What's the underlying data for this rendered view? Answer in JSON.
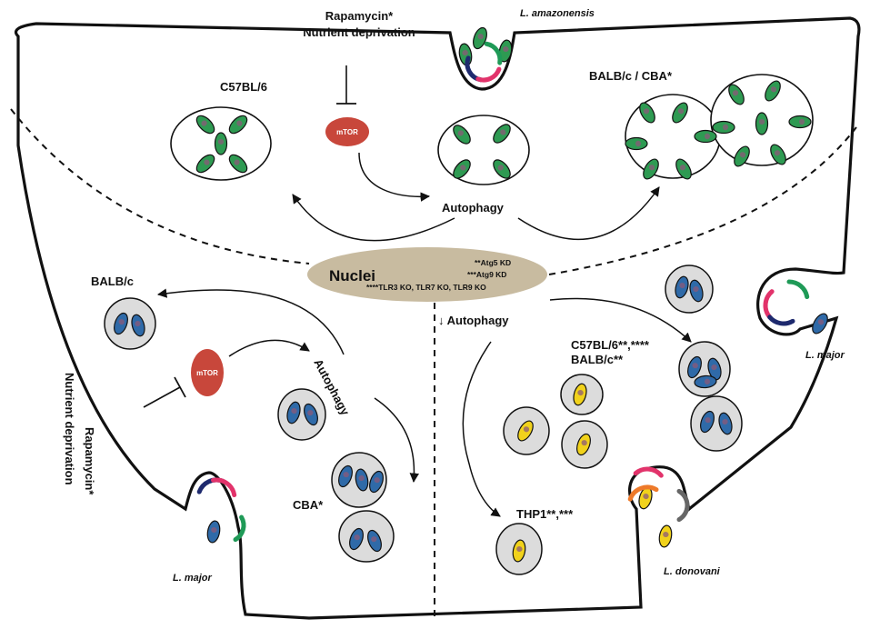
{
  "labels": {
    "drug_top_1": "Rapamycin*",
    "drug_top_2": "Nutrient deprivation",
    "l_amazonensis": "L. amazonensis",
    "c57bl6": "C57BL/6",
    "balbc_cba": "BALB/c / CBA*",
    "mtor_top": "mTOR",
    "autophagy_top": "Autophagy",
    "nuclei": "Nuclei",
    "kd_atg5": "**Atg5 KD",
    "kd_atg9": "***Atg9 KD",
    "tlr_ko": "****TLR3 KO, TLR7 KO, TLR9 KO",
    "balbc_left": "BALB/c",
    "mtor_left": "mTOR",
    "autophagy_left": "Autophagy",
    "drug_left_1": "Rapamycin*",
    "drug_left_2": "Nutrient deprivation",
    "cba_left": "CBA*",
    "l_major_left": "L. major",
    "down_autophagy": "↓ Autophagy",
    "c57_right_1": "C57BL/6**,****",
    "c57_right_2": "BALB/c**",
    "thp1": "THP1**,***",
    "l_donovani": "L. donovani",
    "l_major_right": "L. major"
  },
  "colors": {
    "green_parasite": "#2e9a52",
    "blue_parasite": "#2f6aa8",
    "yellow_parasite": "#f1d21b",
    "mtor": "#c8473b",
    "nucleus": "#c8bba0",
    "vacuole_gray": "#dcdcdc",
    "receptor_pink": "#e2336b",
    "receptor_green": "#1f9a57",
    "receptor_navy": "#1e2a6e",
    "receptor_orange": "#ee7a2a",
    "receptor_gray": "#666666"
  }
}
